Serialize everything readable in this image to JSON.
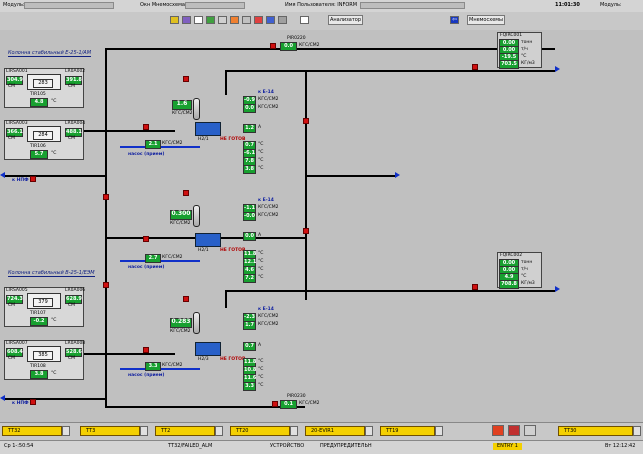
{
  "topbar": {
    "model_label": "Модуль:",
    "mnemo_label": "Окн Мнемосхема: -(2)",
    "user_label": "Имя Пользователя: INFORM",
    "time": "11:01:30",
    "right_label": "Модуль:"
  },
  "toolbar": {
    "analyzer": "Анализатор",
    "mnemo": "Мнемосхемы"
  },
  "section1": {
    "title": "Колонна стабильный Е-25-1/АМ",
    "tanks": [
      {
        "top_tag": "LIRSA001",
        "left_val": "304.9",
        "left_unit": "СМ",
        "level": "283",
        "right_tag": "LR0A002",
        "right_val": "391.8",
        "right_unit": "СМ",
        "temp": "4.8",
        "temp_unit": "°С",
        "ti_tag": "TIR105"
      },
      {
        "top_tag": "LIRSA003",
        "left_val": "366.1",
        "left_unit": "СМ",
        "level": "284",
        "right_tag": "LR0A004",
        "right_val": "488.1",
        "right_unit": "СМ",
        "temp": "5.7",
        "temp_unit": "°С",
        "ti_tag": "TIR106"
      }
    ],
    "to_label": "к НПФ",
    "pump_label": "Н2/1",
    "pressure": "1.6",
    "pressure_unit": "КГС/СМ2",
    "readouts": [
      {
        "val": "-0.9",
        "unit": "КГС/СМ2"
      },
      {
        "val": "0.0",
        "unit": "КГС/СМ2"
      },
      {
        "val": "1.2",
        "unit": "А"
      },
      {
        "val": "0.7",
        "unit": "°С"
      },
      {
        "val": "-6.1",
        "unit": "°С"
      },
      {
        "val": "7.8",
        "unit": "°С"
      },
      {
        "val": "3.8",
        "unit": "°С"
      }
    ],
    "flow": "2.1",
    "flow_unit": "КГС/СМ2",
    "status": "НЕ ГОТОВ",
    "line_label": "насос (прием)",
    "out_label": "к Е-14"
  },
  "section2": {
    "pump_label": "Н2/1",
    "pressure": "0.300",
    "pressure_unit": "КГС/СМ2",
    "readouts": [
      {
        "val": "-1.1",
        "unit": "КГС/СМ2"
      },
      {
        "val": "-0.0",
        "unit": "КГС/СМ2"
      },
      {
        "val": "0.0",
        "unit": "А"
      },
      {
        "val": "11.8",
        "unit": "°С"
      },
      {
        "val": "12.1",
        "unit": "°С"
      },
      {
        "val": "4.6",
        "unit": "°С"
      },
      {
        "val": "7.2",
        "unit": "°С"
      }
    ],
    "flow": "2.7",
    "flow_unit": "КГС/СМ2",
    "status": "НЕ ГОТОВ",
    "line_label": "насос (прием)",
    "out_label": "к Е-14"
  },
  "section3": {
    "title": "Колонна стабильный В-25-1/ЕЭМ",
    "tanks": [
      {
        "top_tag": "LIRSA005",
        "left_val": "724.3",
        "left_unit": "СМ",
        "level": "379",
        "right_tag": "LR0A006",
        "right_val": "628.9",
        "right_unit": "СМ",
        "temp": "-0.2",
        "temp_unit": "°С",
        "ti_tag": "TIR107"
      },
      {
        "top_tag": "LIRSA007",
        "left_val": "608.4",
        "left_unit": "СМ",
        "level": "385",
        "right_tag": "LR0A008",
        "right_val": "528.6",
        "right_unit": "СМ",
        "temp": "3.8",
        "temp_unit": "°С",
        "ti_tag": "TIR108"
      }
    ],
    "to_label": "к НПФ",
    "pump_label": "Н2/3",
    "pressure": "0.283",
    "pressure_unit": "КГС/СМ2",
    "readouts": [
      {
        "val": "-2.3",
        "unit": "КГС/СМ2"
      },
      {
        "val": "1.7",
        "unit": "КГС/СМ2"
      },
      {
        "val": "0.7",
        "unit": "А"
      },
      {
        "val": "11.8",
        "unit": "°С"
      },
      {
        "val": "10.8",
        "unit": "°С"
      },
      {
        "val": "11.6",
        "unit": "°С"
      },
      {
        "val": "3.3",
        "unit": "°С"
      }
    ],
    "flow": "3.3",
    "flow_unit": "КГС/СМ2",
    "status": "НЕ ГОТОВ",
    "line_label": "насос (прием)",
    "out_label": "к Е-14"
  },
  "top_flow": {
    "tag": "PIR0220",
    "val": "0.0",
    "unit": "КГС/СМ2"
  },
  "bottom_flow": {
    "tag": "PIR0230",
    "val": "0.1",
    "unit": "КГС/СМ2"
  },
  "right_panel1": {
    "tag": "FQIRC001",
    "rows": [
      {
        "val": "0.00",
        "unit": "тонн"
      },
      {
        "val": "0.00",
        "unit": "т/ч"
      },
      {
        "val": "-19.5",
        "unit": "°С"
      },
      {
        "val": "703.5",
        "unit": "КГ/м3"
      }
    ]
  },
  "right_panel2": {
    "tag": "FQIRC002",
    "rows": [
      {
        "val": "0.00",
        "unit": "тонн"
      },
      {
        "val": "0.00",
        "unit": "т/ч"
      },
      {
        "val": "4.9",
        "unit": "°С"
      },
      {
        "val": "708.8",
        "unit": "КГ/м3"
      }
    ]
  },
  "alarms": [
    {
      "label": "ТТ32"
    },
    {
      "label": "ТТ3"
    },
    {
      "label": "ТТ2"
    },
    {
      "label": "ТТ20"
    },
    {
      "label": "20-ЕVIR1"
    },
    {
      "label": "ТТ19"
    },
    {
      "label": "ТТ30"
    }
  ],
  "status": {
    "left": "Ср 1-:50:54",
    "alarm_text": "ТТ32/FAILED_ALM",
    "device": "УСТРОЙСТВО",
    "limit": "ПРЕДУПРЕДИТЕЛЬН",
    "entry": "ENTRY 1",
    "time": "Вт 12:12:42"
  },
  "colors": {
    "green_value": "#18a030",
    "pipe": "#000000",
    "pipe_blue": "#1030c8",
    "alarm": "#f4d000",
    "valve_red": "#d01010"
  }
}
